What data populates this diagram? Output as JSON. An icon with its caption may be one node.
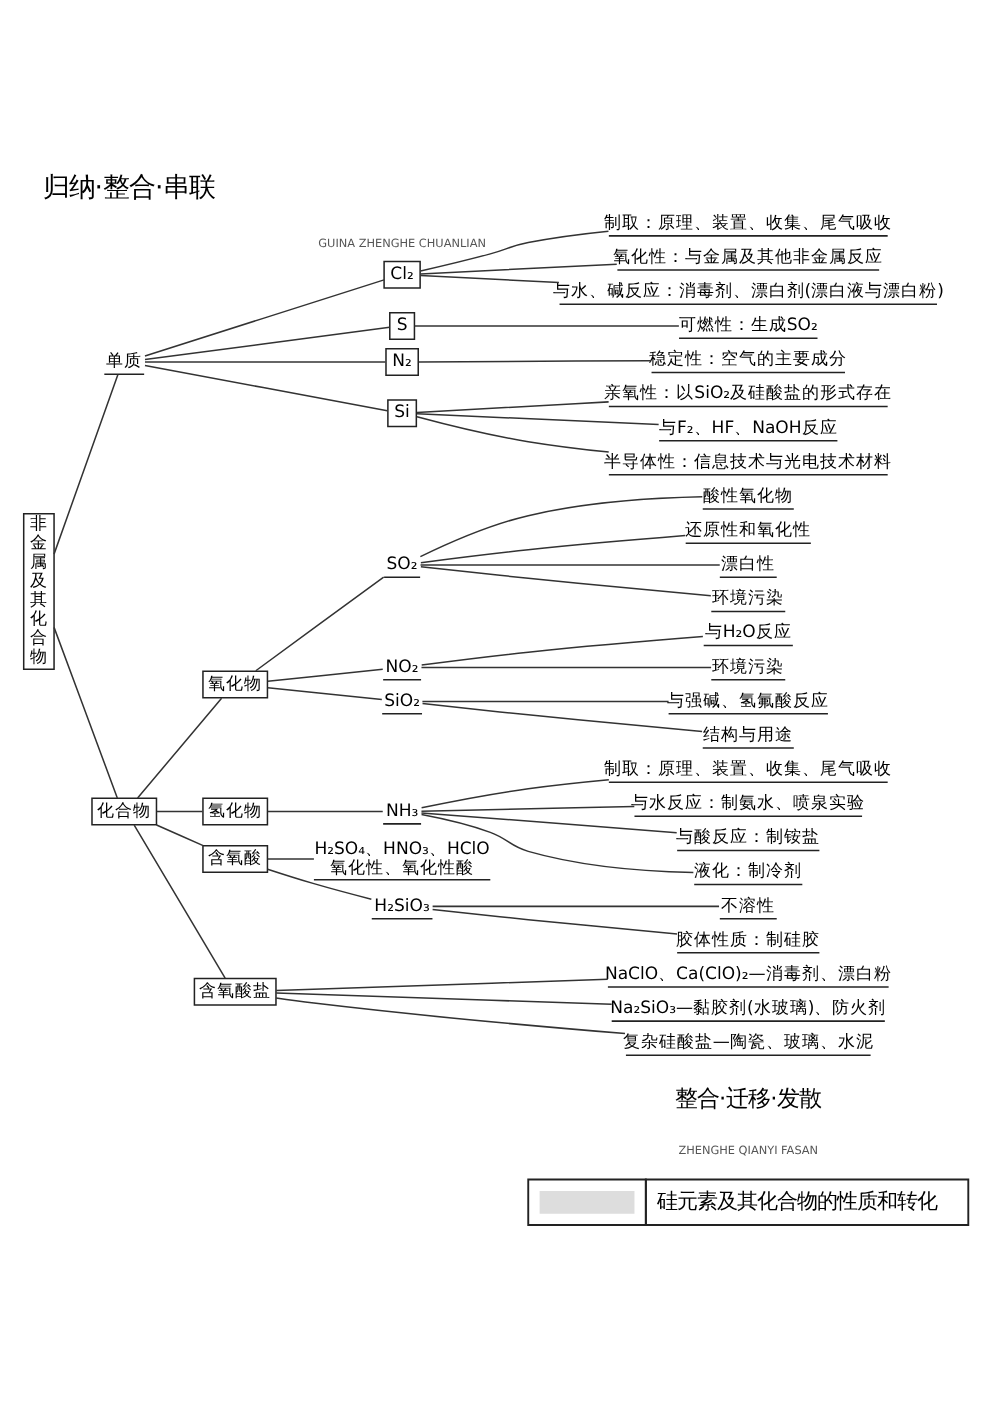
{
  "diagram": {
    "title": "归纳·整合·串联",
    "nodes": [
      {
        "text": [
          "非金属及其化合物"
        ]
      },
      {
        "text": [
          "单质"
        ]
      },
      {
        "text": [
          "Cl₂"
        ]
      },
      {
        "text": [
          "制取：原理、装置、收集、尾气吸收"
        ]
      },
      {
        "text": [
          "氧化性：与金属及其他非金属反应"
        ]
      },
      {
        "text": [
          "与水、碱反应：消毒剂、漂白剂(漂白液与漂白粉)"
        ]
      },
      {
        "text": [
          "S"
        ]
      },
      {
        "text": [
          "可燃性：生成SO₂"
        ]
      },
      {
        "text": [
          "N₂"
        ]
      },
      {
        "text": [
          "稳定性：空气的主要成分"
        ]
      },
      {
        "text": [
          "Si"
        ]
      },
      {
        "text": [
          "亲氧性：以SiO₂及硅酸盐的形式存在"
        ]
      },
      {
        "text": [
          "与F₂、HF、NaOH反应"
        ]
      },
      {
        "text": [
          "半导体性：信息技术与光电技术材料"
        ]
      },
      {
        "text": [
          "化合物"
        ]
      },
      {
        "text": [
          "氧化物"
        ]
      },
      {
        "text": [
          "SO₂"
        ]
      },
      {
        "text": [
          "酸性氧化物"
        ]
      },
      {
        "text": [
          "还原性和氧化性"
        ]
      },
      {
        "text": [
          "漂白性"
        ]
      },
      {
        "text": [
          "环境污染"
        ]
      },
      {
        "text": [
          "NO₂"
        ]
      },
      {
        "text": [
          "与H₂O反应"
        ]
      },
      {
        "text": [
          "环境污染"
        ]
      },
      {
        "text": [
          "SiO₂"
        ]
      },
      {
        "text": [
          "与强碱、氢氟酸反应"
        ]
      },
      {
        "text": [
          "结构与用途"
        ]
      },
      {
        "text": [
          "氢化物"
        ]
      },
      {
        "text": [
          "NH₃"
        ]
      },
      {
        "text": [
          "制取：原理、装置、收集、尾气吸收"
        ]
      },
      {
        "text": [
          "与水反应：制氨水、喷泉实验"
        ]
      },
      {
        "text": [
          "与酸反应：制铵盐"
        ]
      },
      {
        "text": [
          "液化：制冷剂"
        ]
      },
      {
        "text": [
          "含氧酸"
        ]
      },
      {
        "text": [
          "H₂SO₄、HNO₃、HClO",
          "氧化性、氧化性酸"
        ]
      },
      {
        "text": [
          "H₂SiO₃"
        ]
      },
      {
        "text": [
          "不溶性"
        ]
      },
      {
        "text": [
          "胶体性质：制硅胶"
        ]
      },
      {
        "text": [
          "含氧酸盐"
        ]
      },
      {
        "text": [
          "NaClO、Ca(ClO)₂—消毒剂、漂白粉"
        ]
      },
      {
        "text": [
          "Na₂SiO₃—黏胶剂(水玻璃)、防火剂"
        ]
      },
      {
        "text": [
          "复杂硅酸盐—陶瓷、玻璃、水泥"
        ]
      }
    ],
    "edges": [
      {
        "from": 0,
        "to": 1,
        "arrow": "none"
      },
      {
        "from": 0,
        "to": 14,
        "arrow": "none"
      },
      {
        "from": 1,
        "to": 2,
        "arrow": "none"
      },
      {
        "from": 1,
        "to": 6,
        "arrow": "none"
      },
      {
        "from": 1,
        "to": 8,
        "arrow": "none"
      },
      {
        "from": 1,
        "to": 10,
        "arrow": "none"
      },
      {
        "from": 2,
        "to": 3,
        "arrow": "none"
      },
      {
        "from": 2,
        "to": 4,
        "arrow": "none"
      },
      {
        "from": 2,
        "to": 5,
        "arrow": "none"
      },
      {
        "from": 6,
        "to": 7,
        "arrow": "none"
      },
      {
        "from": 8,
        "to": 9,
        "arrow": "none"
      },
      {
        "from": 10,
        "to": 11,
        "arrow": "none"
      },
      {
        "from": 10,
        "to": 12,
        "arrow": "none"
      },
      {
        "from": 10,
        "to": 13,
        "arrow": "none"
      },
      {
        "from": 14,
        "to": 15,
        "arrow": "none"
      },
      {
        "from": 14,
        "to": 27,
        "arrow": "none"
      },
      {
        "from": 14,
        "to": 33,
        "arrow": "none"
      },
      {
        "from": 14,
        "to": 38,
        "arrow": "none"
      },
      {
        "from": 15,
        "to": 16,
        "arrow": "none"
      },
      {
        "from": 15,
        "to": 21,
        "arrow": "none"
      },
      {
        "from": 15,
        "to": 24,
        "arrow": "none"
      },
      {
        "from": 16,
        "to": 17,
        "arrow": "none"
      },
      {
        "from": 16,
        "to": 18,
        "arrow": "none"
      },
      {
        "from": 16,
        "to": 19,
        "arrow": "none"
      },
      {
        "from": 16,
        "to": 20,
        "arrow": "none"
      },
      {
        "from": 21,
        "to": 22,
        "arrow": "none"
      },
      {
        "from": 21,
        "to": 23,
        "arrow": "none"
      },
      {
        "from": 24,
        "to": 25,
        "arrow": "none"
      },
      {
        "from": 24,
        "to": 26,
        "arrow": "none"
      },
      {
        "from": 27,
        "to": 28,
        "arrow": "none"
      },
      {
        "from": 28,
        "to": 29,
        "arrow": "none"
      },
      {
        "from": 28,
        "to": 30,
        "arrow": "none"
      },
      {
        "from": 28,
        "to": 31,
        "arrow": "none"
      },
      {
        "from": 28,
        "to": 32,
        "arrow": "none"
      },
      {
        "from": 33,
        "to": 34,
        "arrow": "none"
      },
      {
        "from": 33,
        "to": 35,
        "arrow": "none"
      },
      {
        "from": 35,
        "to": 36,
        "arrow": "none"
      },
      {
        "from": 35,
        "to": 37,
        "arrow": "none"
      },
      {
        "from": 38,
        "to": 39,
        "arrow": "none"
      },
      {
        "from": 38,
        "to": 40,
        "arrow": "none"
      },
      {
        "from": 38,
        "to": 41,
        "arrow": "none"
      }
    ],
    "labels": [
      "GUINA ZHENGHE CHUANLIAN",
      "整合·迁移·发散",
      "ZHENGHE QIANYI FASAN",
      "硅元素及其化合物的性质和转化"
    ]
  }
}
